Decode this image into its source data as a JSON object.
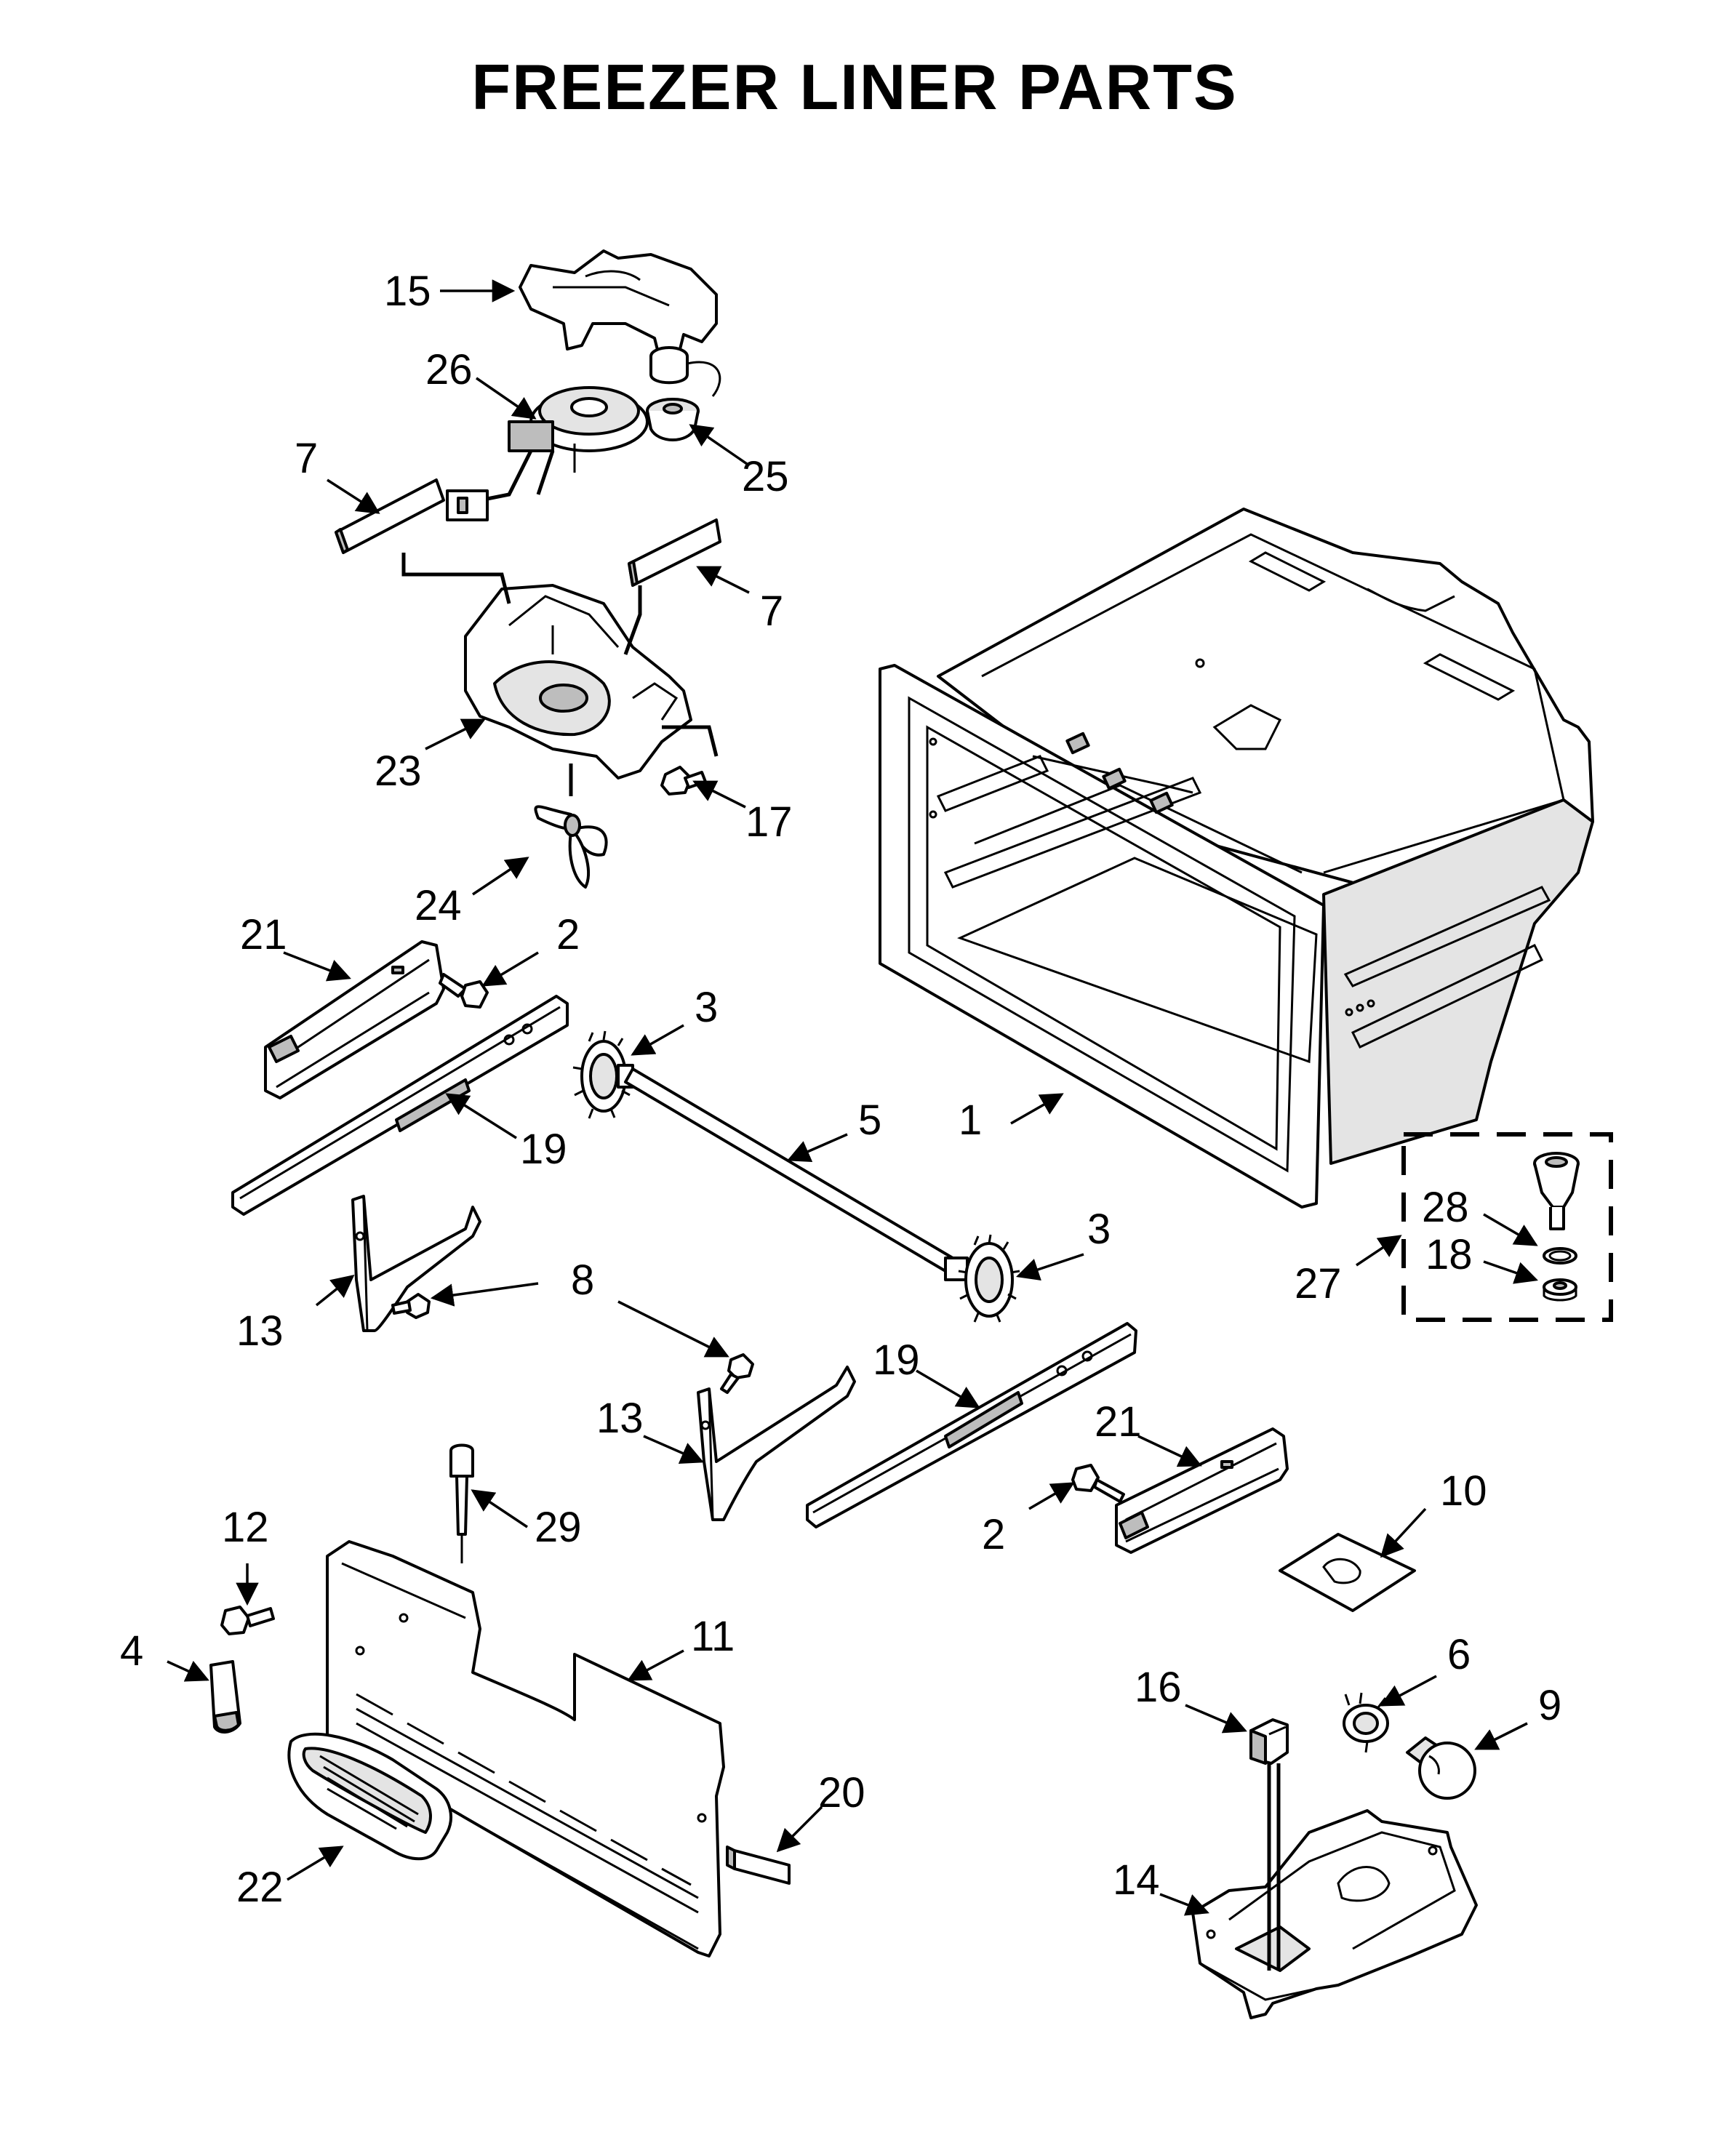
{
  "diagram": {
    "title": "FREEZER LINER PARTS",
    "callouts": {
      "c1": "1",
      "c2a": "2",
      "c2b": "2",
      "c3a": "3",
      "c3b": "3",
      "c4": "4",
      "c5": "5",
      "c6": "6",
      "c7a": "7",
      "c7b": "7",
      "c8": "8",
      "c9": "9",
      "c10": "10",
      "c11": "11",
      "c12": "12",
      "c13a": "13",
      "c13b": "13",
      "c14": "14",
      "c15": "15",
      "c16": "16",
      "c17": "17",
      "c18": "18",
      "c19a": "19",
      "c19b": "19",
      "c20": "20",
      "c21a": "21",
      "c21b": "21",
      "c22": "22",
      "c23": "23",
      "c24": "24",
      "c25": "25",
      "c26": "26",
      "c27": "27",
      "c28": "28",
      "c29": "29"
    }
  }
}
